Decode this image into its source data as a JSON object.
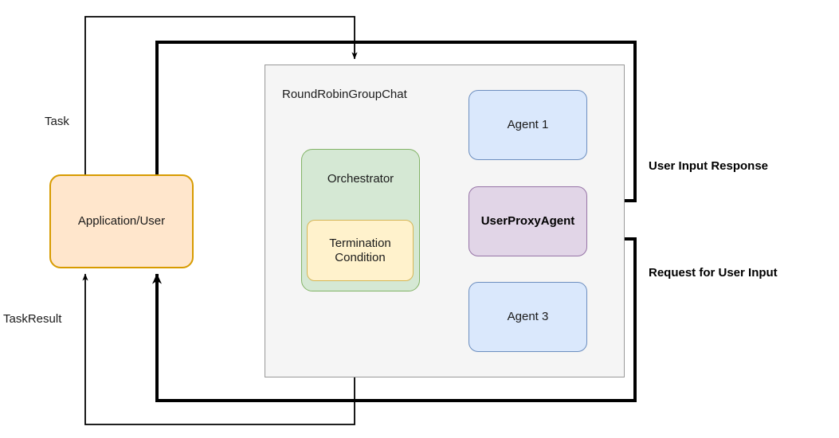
{
  "diagram": {
    "title": "RoundRobinGroupChat agent flow",
    "type": "flow-diagram",
    "nodes": {
      "group_container": {
        "label": "RoundRobinGroupChat",
        "fill": "#f5f5f5",
        "stroke": "#999999"
      },
      "orchestrator": {
        "label": "Orchestrator",
        "fill": "#d5e8d4",
        "stroke": "#82b366"
      },
      "termination": {
        "label": "Termination\nCondition",
        "fill": "#fff2cc",
        "stroke": "#d6b656"
      },
      "agent1": {
        "label": "Agent 1",
        "fill": "#dae8fc",
        "stroke": "#6c8ebf"
      },
      "userproxy": {
        "label": "UserProxyAgent",
        "fill": "#e1d5e7",
        "stroke": "#9673a6"
      },
      "agent3": {
        "label": "Agent 3",
        "fill": "#dae8fc",
        "stroke": "#6c8ebf"
      },
      "appuser": {
        "label": "Application/User",
        "fill": "#ffe6cc",
        "stroke": "#d79b00"
      }
    },
    "edges": {
      "task": {
        "label": "Task",
        "from": "Application/User",
        "to": "RoundRobinGroupChat"
      },
      "task_result": {
        "label": "TaskResult",
        "from": "RoundRobinGroupChat",
        "to": "Application/User"
      },
      "user_input_response": {
        "label": "User Input Response",
        "from": "Application/User",
        "to": "UserProxyAgent"
      },
      "request_for_user_input": {
        "label": "Request for User Input",
        "from": "UserProxyAgent",
        "to": "Application/User"
      },
      "orchestrator_to_agent1": {
        "label": "",
        "from": "Orchestrator",
        "to": "Agent 1"
      },
      "orchestrator_to_userproxy": {
        "label": "",
        "from": "Orchestrator",
        "to": "UserProxyAgent"
      },
      "orchestrator_to_agent3": {
        "label": "",
        "from": "Orchestrator",
        "to": "Agent 3"
      }
    },
    "colors": {
      "line": "#000000",
      "text": "#1a1a1a"
    }
  }
}
